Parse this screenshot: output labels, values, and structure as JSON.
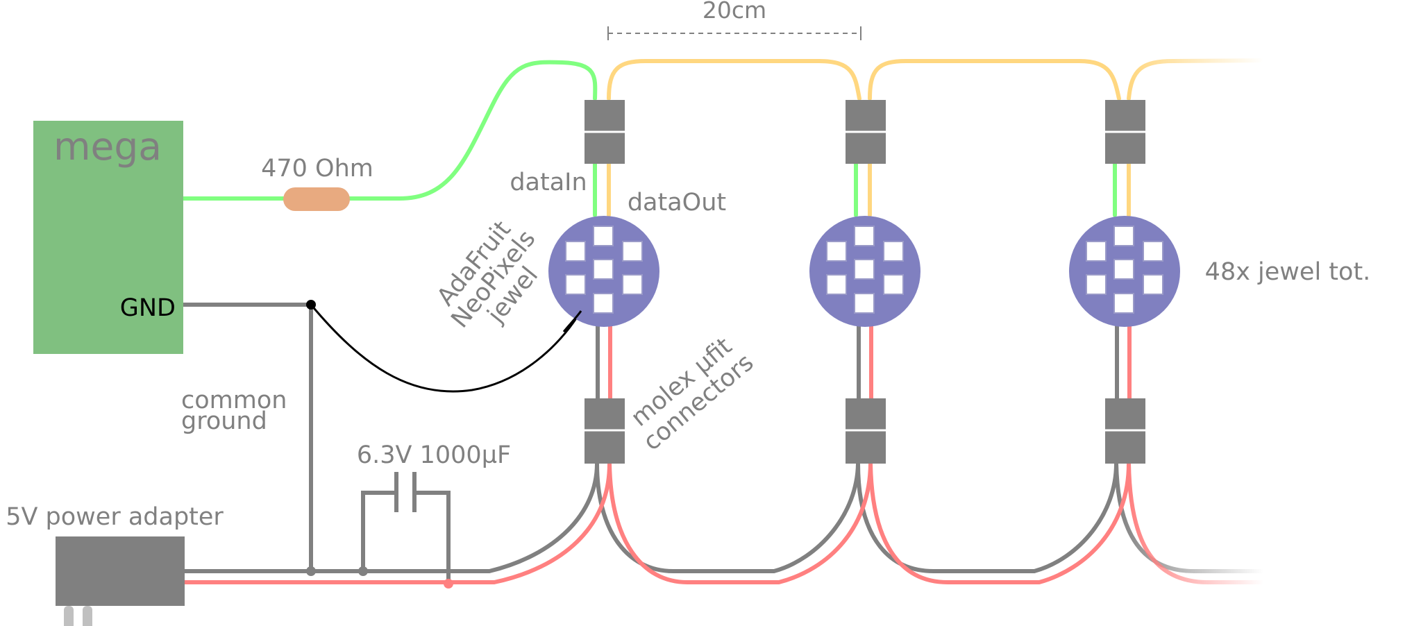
{
  "labels": {
    "board": "mega",
    "gnd_pin": "GND",
    "resistor": "470 Ohm",
    "data_in": "dataIn",
    "data_out": "dataOut",
    "jewel_line1": "AdaFruit",
    "jewel_line2": "NeoPixels",
    "jewel_line3": "jewel",
    "connectors_line1": "molex µfit",
    "connectors_line2": "connectors",
    "common_ground_line1": "common",
    "common_ground_line2": "ground",
    "capacitor": "6.3V 1000µF",
    "power_adapter": "5V power adapter",
    "spacing": "20cm",
    "total": "48x jewel tot."
  },
  "colors": {
    "data_in_wire": "#80ff80",
    "data_out_wire": "#ffd780",
    "ground_wire": "#808080",
    "power_wire": "#ff8080",
    "board": "#80c080",
    "resistor": "#e8aa80",
    "jewel": "#8080c0",
    "connector": "#808080"
  },
  "icons": {
    "board": "arduino-mega-board-icon",
    "jewel": "neopixel-jewel-icon",
    "connector": "molex-connector-icon",
    "adapter": "power-adapter-icon"
  }
}
